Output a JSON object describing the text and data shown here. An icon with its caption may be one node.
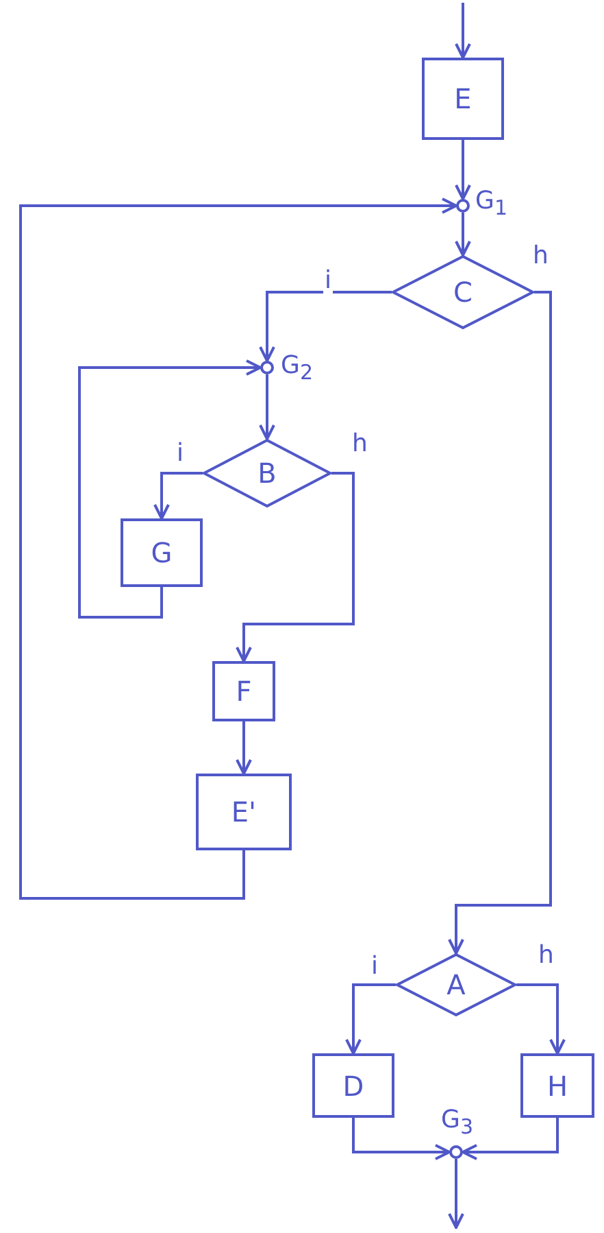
{
  "diagram": {
    "nodes": [
      {
        "text": [
          "E"
        ]
      },
      {
        "text": [],
        "shape": "circle",
        "beside": [
          "G$_{1}$"
        ]
      },
      {
        "text": [
          "C"
        ]
      },
      {
        "text": [],
        "shape": "circle",
        "beside": [
          "G$_{2}$"
        ]
      },
      {
        "text": [
          "B"
        ]
      },
      {
        "text": [
          "G"
        ]
      },
      {
        "text": [
          "F"
        ]
      },
      {
        "text": [
          "E'"
        ]
      },
      {
        "text": [
          "A"
        ]
      },
      {
        "text": [
          "D"
        ]
      },
      {
        "text": [
          "H"
        ]
      },
      {
        "text": [],
        "shape": "circle",
        "beside": [
          "G$_{3}$"
        ]
      }
    ],
    "edges": [
      {
        "from": null,
        "to": 0,
        "arrow": "to"
      },
      {
        "from": 0,
        "to": 1,
        "arrow": "to"
      },
      {
        "from": 1,
        "to": 2,
        "arrow": "to"
      },
      {
        "from": 2,
        "to": 3,
        "arrow": "to",
        "label": "i"
      },
      {
        "from": 3,
        "to": 4,
        "arrow": "to"
      },
      {
        "from": 4,
        "to": 5,
        "arrow": "to",
        "label": "i"
      },
      {
        "from": 5,
        "to": 3,
        "arrow": "to"
      },
      {
        "from": 4,
        "to": 6,
        "arrow": "to",
        "label": "h"
      },
      {
        "from": 6,
        "to": 7,
        "arrow": "to"
      },
      {
        "from": 7,
        "to": 1,
        "arrow": "to"
      },
      {
        "from": 2,
        "to": 8,
        "arrow": "to",
        "label": "h"
      },
      {
        "from": 8,
        "to": 9,
        "arrow": "to",
        "label": "i"
      },
      {
        "from": 8,
        "to": 10,
        "arrow": "to",
        "label": "h"
      },
      {
        "from": 9,
        "to": 11,
        "arrow": "to"
      },
      {
        "from": 10,
        "to": 11,
        "arrow": "to"
      },
      {
        "from": 11,
        "to": null,
        "arrow": "to"
      }
    ]
  }
}
